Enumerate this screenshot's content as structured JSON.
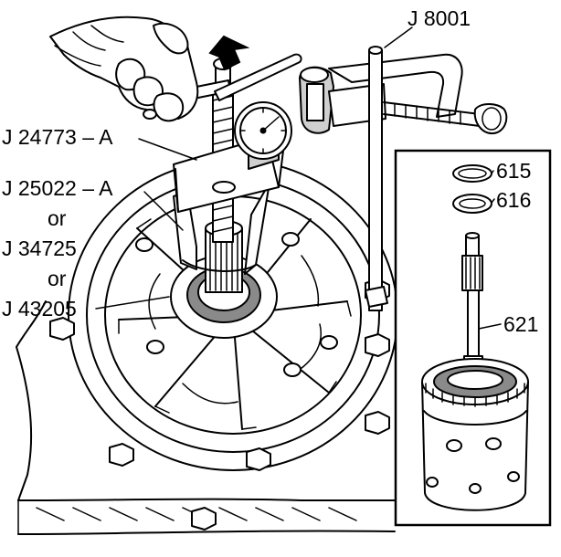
{
  "callouts": {
    "tool_j8001": "J 8001",
    "tool_j24773": "J 24773 – A",
    "tool_j25022": "J 25022 – A",
    "or_1": "or",
    "tool_j34725": "J 34725",
    "or_2": "or",
    "tool_j43205": "J 43205",
    "part_615": "615",
    "part_616": "616",
    "part_621": "621"
  },
  "colors": {
    "line": "#000000",
    "shade": "#cfcfcf",
    "background": "#ffffff"
  }
}
